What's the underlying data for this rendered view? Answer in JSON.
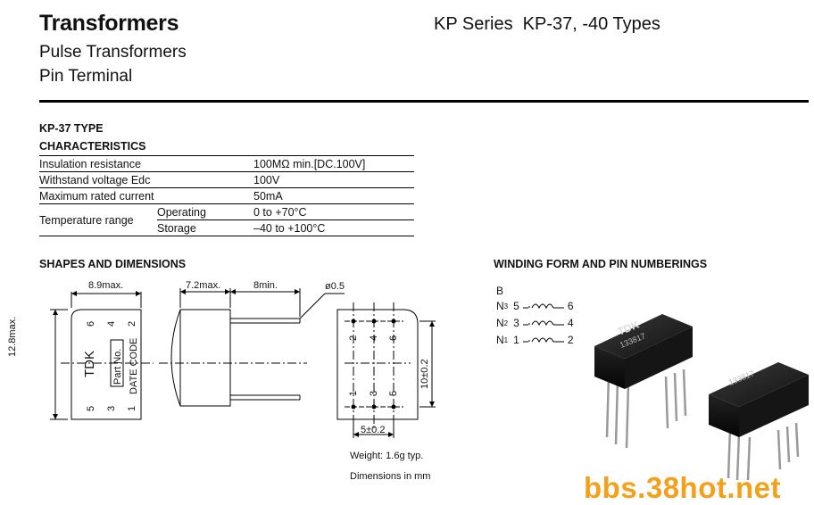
{
  "header": {
    "title": "Transformers",
    "subtitle1": "Pulse Transformers",
    "subtitle2": "Pin Terminal",
    "series": "KP Series  KP-37, -40 Types"
  },
  "type_label": "KP-37 TYPE",
  "characteristics": {
    "heading": "CHARACTERISTICS",
    "rows": [
      {
        "label": "Insulation resistance",
        "value": "100MΩ min.[DC.100V]"
      },
      {
        "label": "Withstand voltage Edc",
        "value": "100V"
      },
      {
        "label": "Maximum rated current",
        "value": "50mA"
      }
    ],
    "temperature": {
      "label": "Temperature range",
      "operating_label": "Operating",
      "operating_value": "0 to +70°C",
      "storage_label": "Storage",
      "storage_value": "–40 to +100°C"
    }
  },
  "shapes": {
    "heading": "SHAPES AND DIMENSIONS",
    "dim_width": "8.9max.",
    "dim_height": "12.8max.",
    "dim_depth": "7.2max.",
    "dim_pin_length": "8min.",
    "dim_pin_dia": "ø0.5",
    "dim_pitch_v": "10±0.2",
    "dim_pitch_h": "5±0.2",
    "body_brand": "TDK",
    "body_part": "Part No.",
    "body_date": "DATE CODE",
    "front_pins_top": [
      "6",
      "4",
      "2"
    ],
    "front_pins_bottom": [
      "5",
      "3",
      "1"
    ],
    "bottom_pins_top": [
      "2",
      "4",
      "6"
    ],
    "bottom_pins_bottom": [
      "1",
      "3",
      "5"
    ],
    "weight": "Weight: 1.6g typ.",
    "units": "Dimensions in mm"
  },
  "winding": {
    "heading": "WINDING FORM AND PIN NUMBERINGS",
    "letter": "B",
    "rows": [
      {
        "name": "N",
        "sub": "3",
        "left": "5",
        "right": "6"
      },
      {
        "name": "N",
        "sub": "2",
        "left": "3",
        "right": "4"
      },
      {
        "name": "N",
        "sub": "1",
        "left": "1",
        "right": "2"
      }
    ],
    "photo_brand": "TDK",
    "photo_code": "133817"
  },
  "watermark": "bbs.38hot.net"
}
